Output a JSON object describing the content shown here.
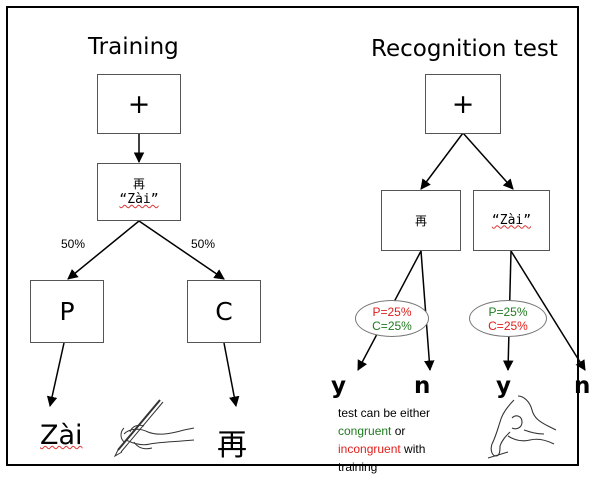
{
  "training": {
    "title": "Training",
    "fixation": "+",
    "stimulus_char": "再",
    "stimulus_pinyin": "“Zài”",
    "left_pct": "50%",
    "right_pct": "50%",
    "box_p": "P",
    "box_c": "C",
    "output_p": "Zài",
    "output_c": "再"
  },
  "recognition": {
    "title": "Recognition test",
    "fixation": "+",
    "left_stim": "再",
    "right_stim": "“Zài”",
    "left_ellipse": {
      "p": "P=25%",
      "c": "C=25%"
    },
    "right_ellipse": {
      "p": "P=25%",
      "c": "C=25%"
    },
    "yes_1": "y",
    "no_1": "n",
    "yes_2": "y",
    "no_2": "n",
    "note": {
      "line1": "test can be either",
      "congruent": "congruent",
      "or": " or",
      "incongruent": "incongruent",
      "with": " with",
      "line4": "training"
    }
  },
  "colors": {
    "red": "#e0201c",
    "green": "#1f7a1f"
  }
}
